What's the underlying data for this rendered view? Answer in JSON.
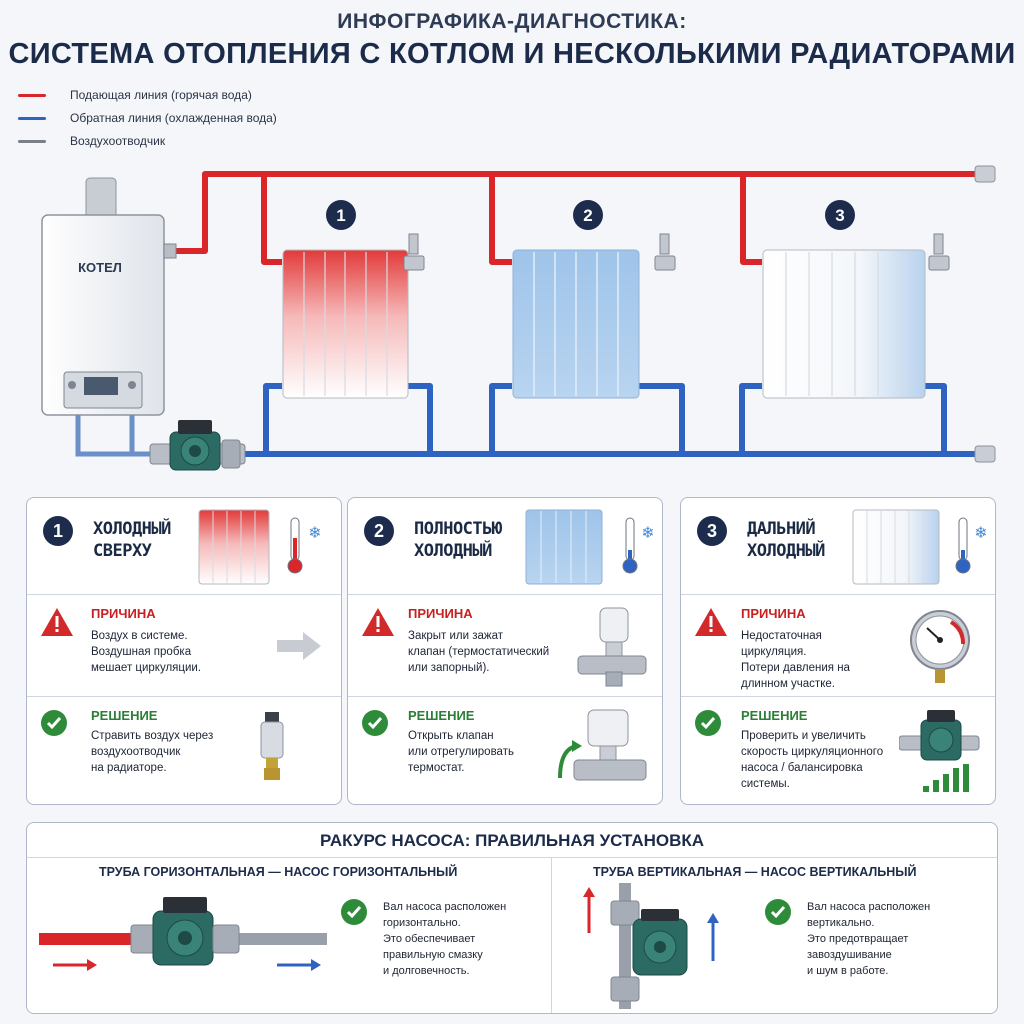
{
  "header": {
    "title_top": "ИНФОГРАФИКА-ДИАГНОСТИКА:",
    "title_main": "СИСТЕМА ОТОПЛЕНИЯ С КОТЛОМ И НЕСКОЛЬКИМИ РАДИАТОРАМИ"
  },
  "legend": [
    {
      "label": "Подающая линия (горячая вода)",
      "color": "#d8262b"
    },
    {
      "label": "Обратная линия (охлажденная вода)",
      "color": "#2f63c2"
    },
    {
      "label": "Воздухоотводчик",
      "color": "#7a7f88"
    }
  ],
  "diagram": {
    "boiler_label": "КОТЕЛ",
    "radiator_numbers": [
      "1",
      "2",
      "3"
    ]
  },
  "panels": [
    {
      "number": "1",
      "title_line1": "ХОЛОДНЫЙ",
      "title_line2": "СВЕРХУ",
      "cause_label": "ПРИЧИНА",
      "cause_lines": [
        "Воздух в системе.",
        "Воздушная пробка",
        "мешает циркуляции."
      ],
      "solution_label": "РЕШЕНИЕ",
      "solution_lines": [
        "Стравить воздух через",
        "воздухоотводчик",
        "на радиаторе."
      ]
    },
    {
      "number": "2",
      "title_line1": "ПОЛНОСТЬЮ",
      "title_line2": "ХОЛОДНЫЙ",
      "cause_label": "ПРИЧИНА",
      "cause_lines": [
        "Закрыт или зажат",
        "клапан (термостатический",
        "или запорный)."
      ],
      "solution_label": "РЕШЕНИЕ",
      "solution_lines": [
        "Открыть клапан",
        "или отрегулировать",
        "термостат."
      ]
    },
    {
      "number": "3",
      "title_line1": "ДАЛЬНИЙ",
      "title_line2": "ХОЛОДНЫЙ",
      "cause_label": "ПРИЧИНА",
      "cause_lines": [
        "Недостаточная",
        "циркуляция.",
        "Потери давления на",
        "длинном участке."
      ],
      "solution_label": "РЕШЕНИЕ",
      "solution_lines": [
        "Проверить и увеличить",
        "скорость циркуляционного",
        "насоса / балансировка",
        "системы."
      ]
    }
  ],
  "pump_section": {
    "title": "РАКУРС НАСОСА: ПРАВИЛЬНАЯ УСТАНОВКА",
    "horizontal": {
      "heading": "ТРУБА ГОРИЗОНТАЛЬНАЯ — НАСОС ГОРИЗОНТАЛЬНЫЙ",
      "lines": [
        "Вал насоса расположен",
        "горизонтально.",
        "Это обеспечивает",
        "правильную смазку",
        "и долговечность."
      ]
    },
    "vertical": {
      "heading": "ТРУБА ВЕРТИКАЛЬНАЯ — НАСОС ВЕРТИКАЛЬНЫЙ",
      "lines": [
        "Вал насоса расположен",
        "вертикально.",
        "Это предотвращает",
        "завоздушивание",
        "и шум в работе."
      ]
    }
  }
}
